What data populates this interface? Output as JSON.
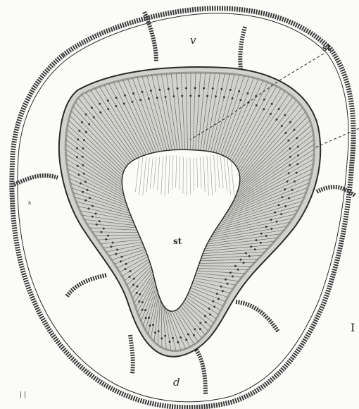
{
  "figure": {
    "labels": {
      "ventral_segment": "v",
      "dorsal_segment": "d",
      "stomach_cavity": "st",
      "stomach_pointer": "st",
      "left_segment": "s",
      "edge_mark": "I",
      "corner_mark": "| |"
    },
    "colors": {
      "paper": "#fbfbf9",
      "ink": "#2b2b2b",
      "tissue_fill": "#cfcfcb",
      "tissue_outer_band": "#9a9a95",
      "nucleus": "#3a3a3a"
    }
  }
}
